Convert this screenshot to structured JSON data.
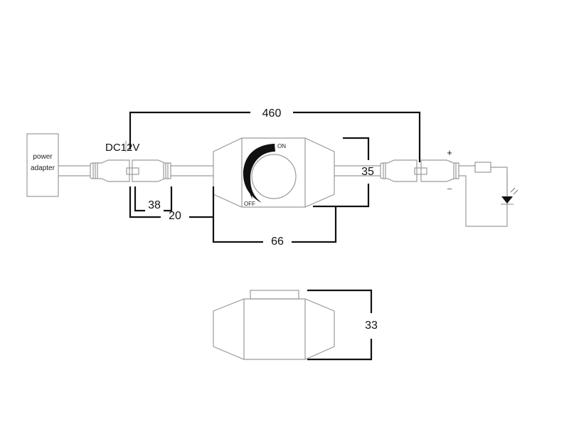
{
  "adapter": {
    "line1": "power",
    "line2": "adapter"
  },
  "voltage_label": "DC12V",
  "dimmer": {
    "on_label": "ON",
    "off_label": "OFF"
  },
  "dimensions": {
    "total_length": "460",
    "plug_length": "38",
    "cable_length": "20",
    "body_length": "66",
    "body_width": "35",
    "body_height": "33"
  },
  "polarity": {
    "plus": "+",
    "minus": "−"
  }
}
